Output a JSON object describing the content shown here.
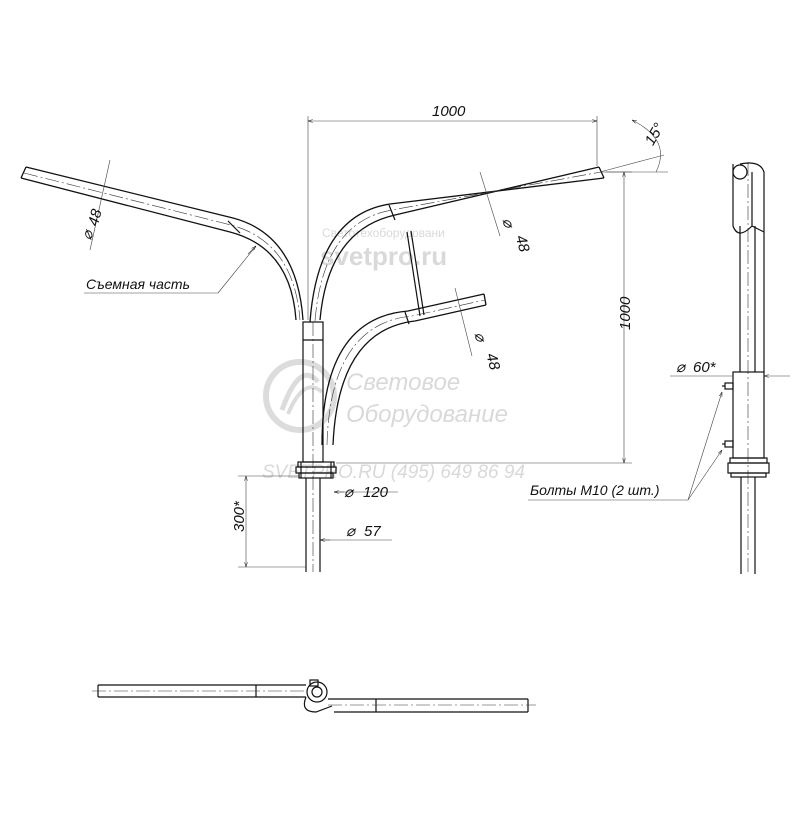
{
  "dimensions": {
    "width_top": "1000",
    "height_right": "1000",
    "angle": "15°",
    "dia_arm_left": "48",
    "dia_arm_right_upper": "48",
    "dia_arm_right_lower": "48",
    "dia_flange": "120",
    "dia_pipe": "57",
    "length_insert": "300*",
    "dia_side_view": "60*"
  },
  "labels": {
    "removable_part": "Съемная часть",
    "bolts": "Болты М10 (2 шт.)"
  },
  "watermark": {
    "top_small": "Светотехоборудовани",
    "top_url": "svetpro.ru",
    "logo_line1": "Световое",
    "logo_line2": "Оборудование",
    "bottom_line": "SVETPRO.RU   (495) 649 86 94"
  },
  "colors": {
    "line": "#111111",
    "watermark": "#d9d9d9",
    "background": "#ffffff"
  }
}
